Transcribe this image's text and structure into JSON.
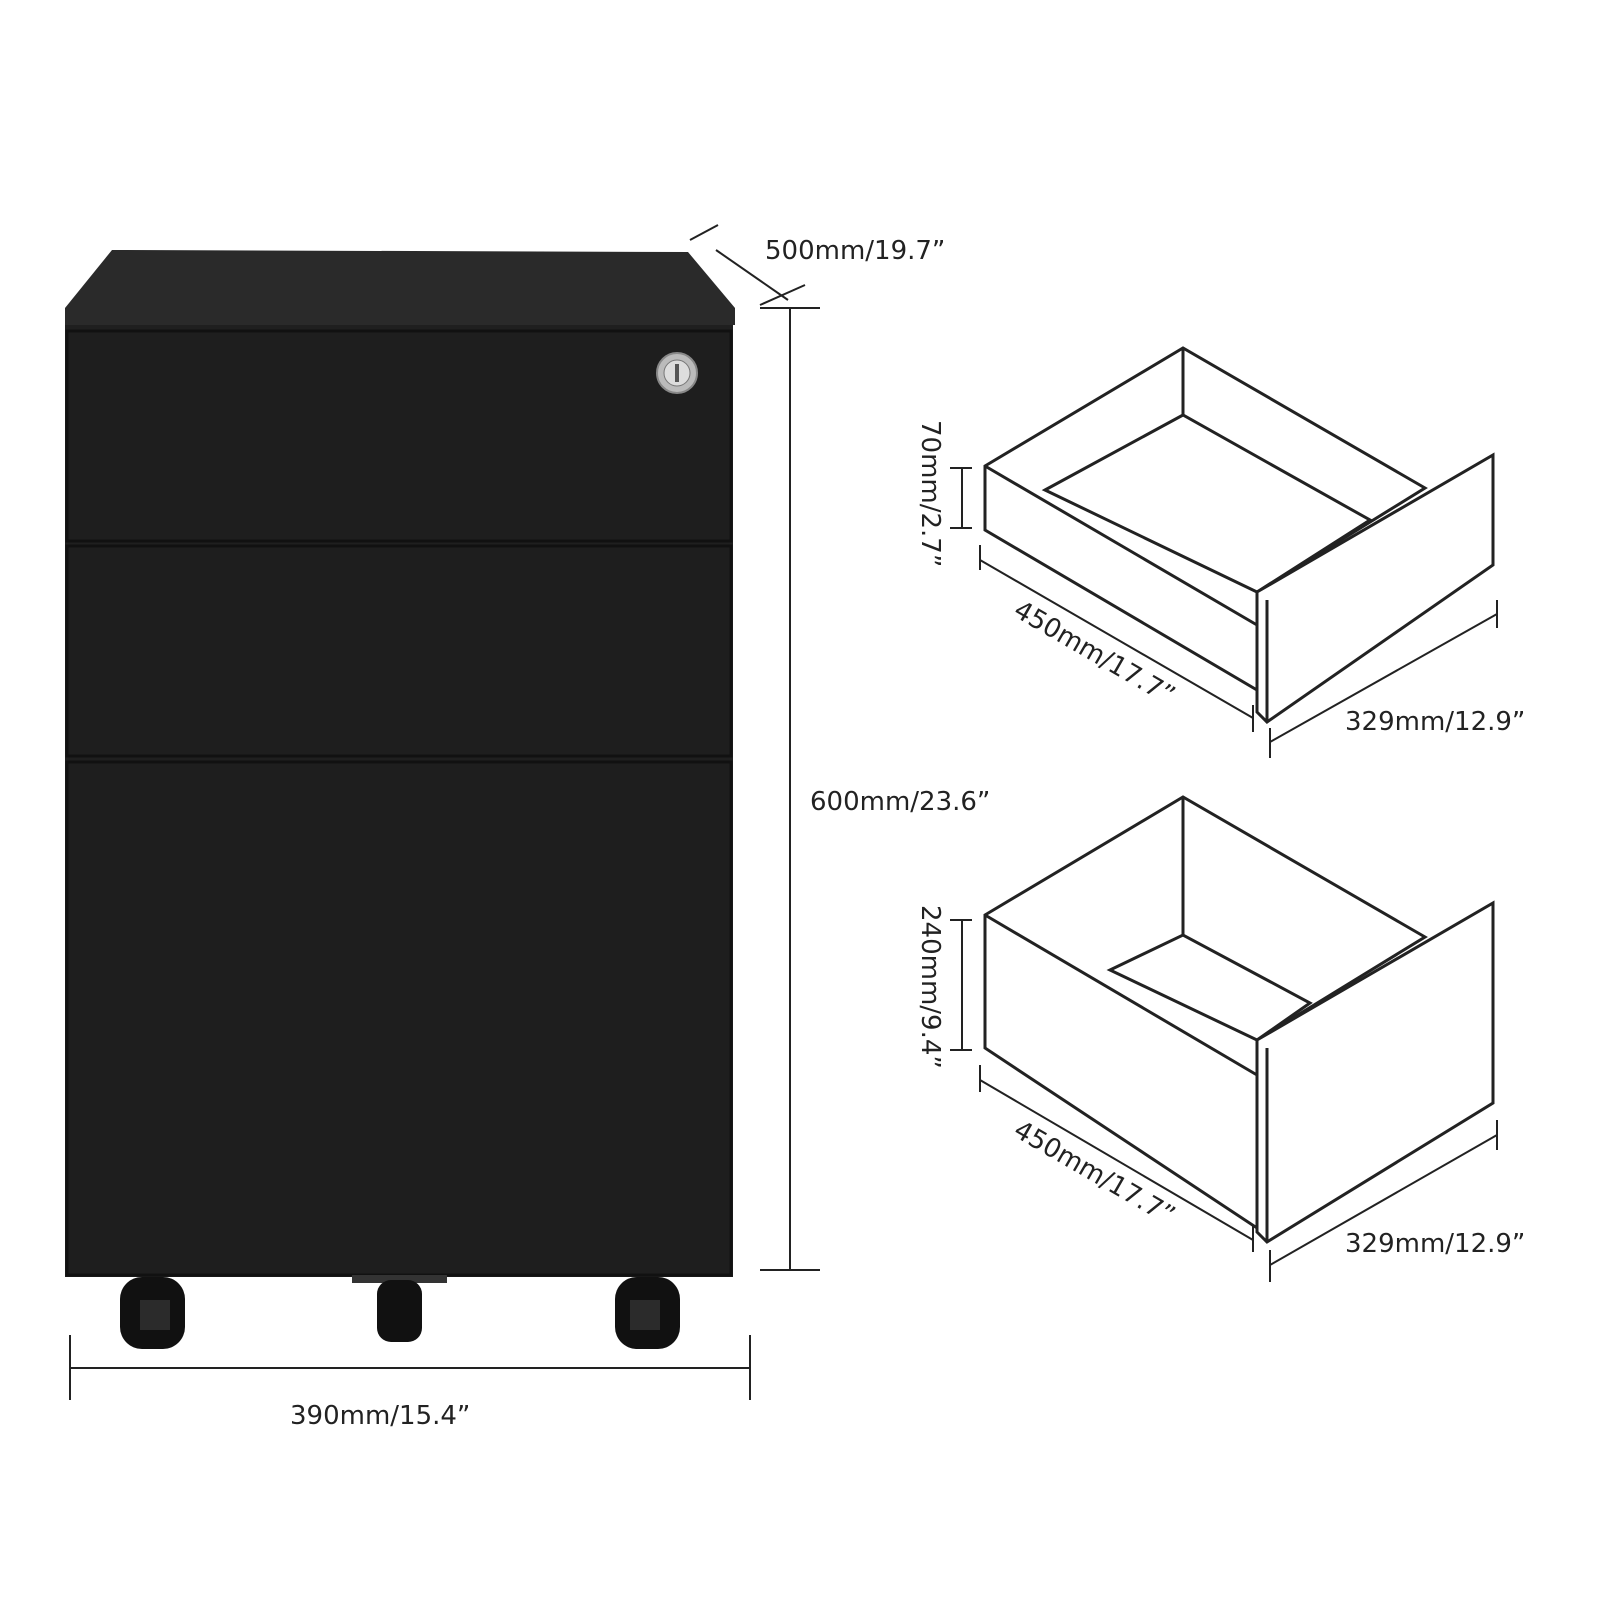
{
  "cabinet": {
    "depth_label": "500mm/19.7”",
    "height_label": "600mm/23.6”",
    "width_label": "390mm/15.4”",
    "color": "#1e1e1e"
  },
  "drawers": [
    {
      "height_label": "70mm/2.7”",
      "depth_label": "450mm/17.7”",
      "width_label": "329mm/12.9”"
    },
    {
      "height_label": "240mm/9.4”",
      "depth_label": "450mm/17.7”",
      "width_label": "329mm/12.9”"
    }
  ]
}
